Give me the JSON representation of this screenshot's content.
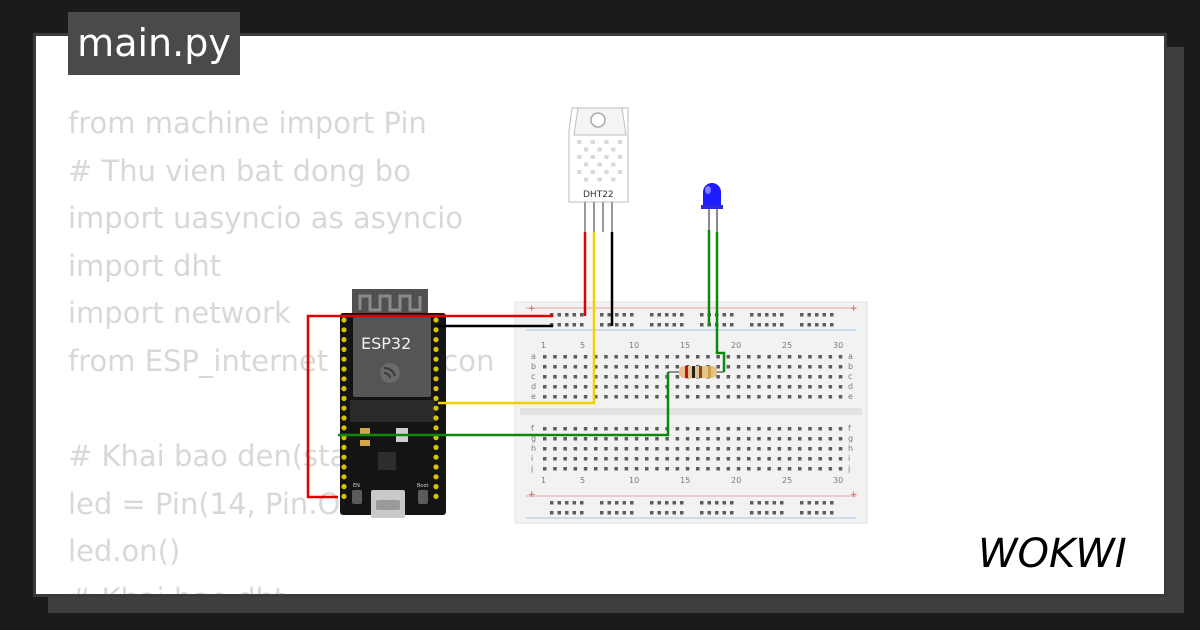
{
  "file_tab": {
    "label": "main.py"
  },
  "code_lines": [
    "from machine import Pin",
    "# Thu vien bat dong bo",
    "import uasyncio as asyncio",
    "import dht",
    "import network",
    "from ESP_internet import con",
    "",
    "# Khai bao den(status)",
    "led = Pin(14, Pin.OUT)",
    "led.on()",
    "# Khai bao dht"
  ],
  "components": {
    "esp32": {
      "label": "ESP32",
      "button_en": "EN",
      "button_boot": "Boot"
    },
    "sensor": {
      "label": "DHT22"
    },
    "led": {
      "color": "#1c1cff"
    },
    "breadboard": {
      "col_numbers": [
        "1",
        "5",
        "10",
        "15",
        "20",
        "25",
        "30"
      ],
      "rows_top": [
        "a",
        "b",
        "c",
        "d",
        "e"
      ],
      "rows_bottom": [
        "f",
        "g",
        "h",
        "i",
        "j"
      ]
    }
  },
  "wires": {
    "colors": {
      "red": "#e00000",
      "black": "#000000",
      "yellow": "#f5d000",
      "green": "#0a8a0a"
    }
  },
  "logo": {
    "text": "WOKWI"
  }
}
